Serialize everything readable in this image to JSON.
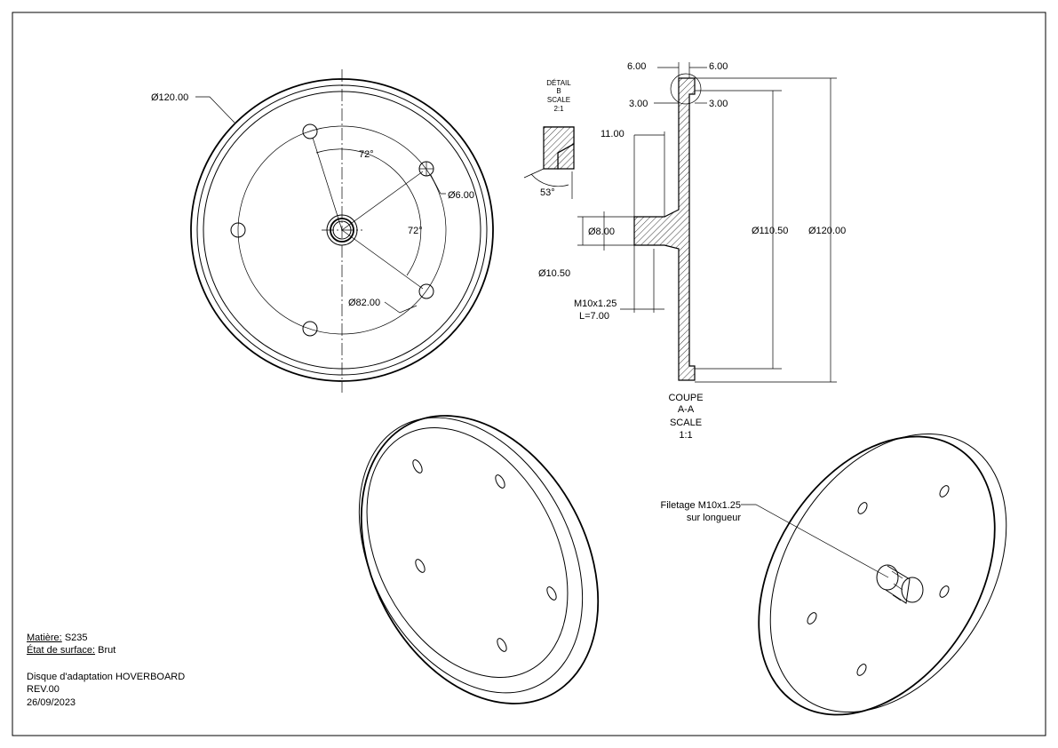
{
  "material": {
    "label": "Matière:",
    "value": "S235"
  },
  "surface": {
    "label": "État de surface:",
    "value": "Brut"
  },
  "part": {
    "title": "Disque d'adaptation HOVERBOARD",
    "rev": "REV.00",
    "date": "26/09/2023"
  },
  "front_view": {
    "outer_dia": "Ø120.00",
    "bolt_circle_dia": "Ø82.00",
    "hole_dia": "Ø6.00",
    "angle_top": "72°",
    "angle_right": "72°"
  },
  "detail": {
    "title_lines": [
      "DÉTAIL",
      "B",
      "SCALE",
      "2:1"
    ],
    "angle": "53°"
  },
  "section": {
    "title_lines": [
      "COUPE",
      "A-A",
      "SCALE",
      "1:1"
    ],
    "dim_width_left": "6.00",
    "dim_width_right": "6.00",
    "dim_step_left": "3.00",
    "dim_step_right": "3.00",
    "dim_hub_len": "11.00",
    "dim_shaft": "Ø8.00",
    "dim_hub": "Ø10.50",
    "thread_line1": "M10x1.25",
    "thread_line2": "L=7.00",
    "dim_inner": "Ø110.50",
    "dim_outer": "Ø120.00"
  },
  "iso_view": {
    "note_line1": "Filetage M10x1.25",
    "note_line2": "sur longueur"
  }
}
